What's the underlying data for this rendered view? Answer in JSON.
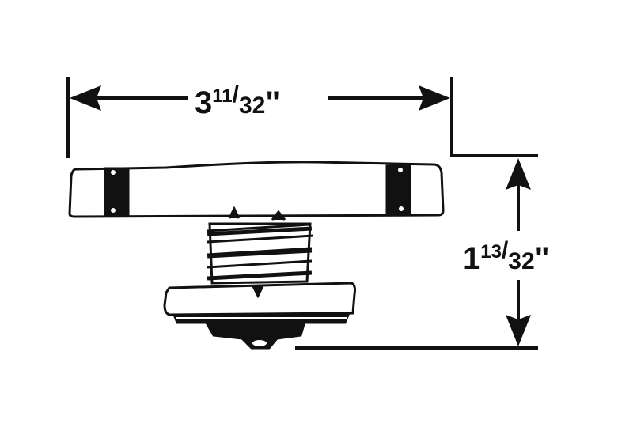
{
  "diagram": {
    "width_dimension": {
      "whole": "3",
      "numerator": "11",
      "denominator": "32",
      "unit": "\""
    },
    "height_dimension": {
      "whole": "1",
      "numerator": "13",
      "denominator": "32",
      "unit": "\""
    },
    "colors": {
      "ink": "#111111",
      "background": "#ffffff"
    }
  }
}
